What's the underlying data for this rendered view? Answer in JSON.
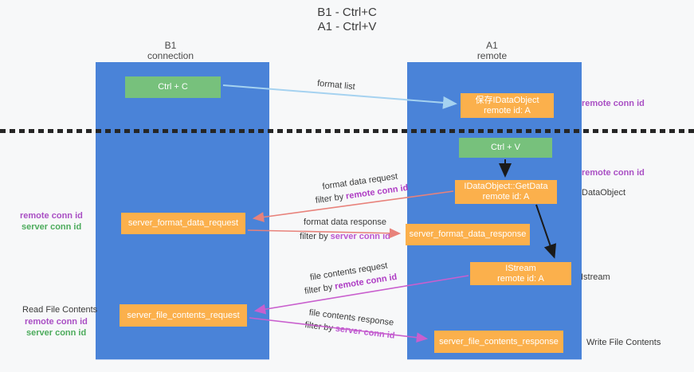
{
  "title": {
    "line1": "B1 - Ctrl+C",
    "line2": "A1 - Ctrl+V"
  },
  "lanes": {
    "left": {
      "name": "B1",
      "subtitle": "connection"
    },
    "right": {
      "name": "A1",
      "subtitle": "remote"
    }
  },
  "boxes": {
    "ctrl_c": "Ctrl + C",
    "ctrl_v": "Ctrl + V",
    "save_dataobject": {
      "line1": "保存IDataObject",
      "line2": "remote id: A"
    },
    "getdata": {
      "line1": "IDataObject::GetData",
      "line2": "remote id: A"
    },
    "istream": {
      "line1": "IStream",
      "line2": "remote id: A"
    },
    "format_request": "server_format_data_request",
    "format_response": "server_format_data_response",
    "file_request": "server_file_contents_request",
    "file_response": "server_file_contents_response"
  },
  "arrows": {
    "format_list": {
      "label": "format list"
    },
    "format_request": {
      "label": "format data request",
      "filter_prefix": "filter by ",
      "filter_key": "remote conn id"
    },
    "format_response": {
      "label": "format data response",
      "filter_prefix": "filter by ",
      "filter_key": "server conn id"
    },
    "file_request": {
      "label": "file contents request",
      "filter_prefix": "filter by ",
      "filter_key": "remote conn id"
    },
    "file_response": {
      "label": "file contents response",
      "filter_prefix": "filter by ",
      "filter_key": "server conn id"
    }
  },
  "annotations": {
    "right_remote_conn_top": "remote conn id",
    "right_remote_conn_mid": "remote conn id",
    "right_dataobject": "DataObject",
    "right_istream": "Istream",
    "right_write_file": "Write File Contents",
    "left_remote_conn_top": "remote conn id",
    "left_server_conn_top": "server conn id",
    "left_read_file": "Read File Contents",
    "left_remote_conn_bottom": "remote conn id",
    "left_server_conn_bottom": "server conn id"
  },
  "colors": {
    "lane_blue": "#4a83d8",
    "box_green": "#77c17c",
    "box_orange": "#fbb04c",
    "arrow_light_blue": "#a5d2f0",
    "arrow_salmon": "#e8827b",
    "arrow_magenta": "#c95fce",
    "arrow_black": "#1a1a1a",
    "remote_conn_purple": "#a94fc4",
    "server_conn_green": "#4cab5c"
  }
}
